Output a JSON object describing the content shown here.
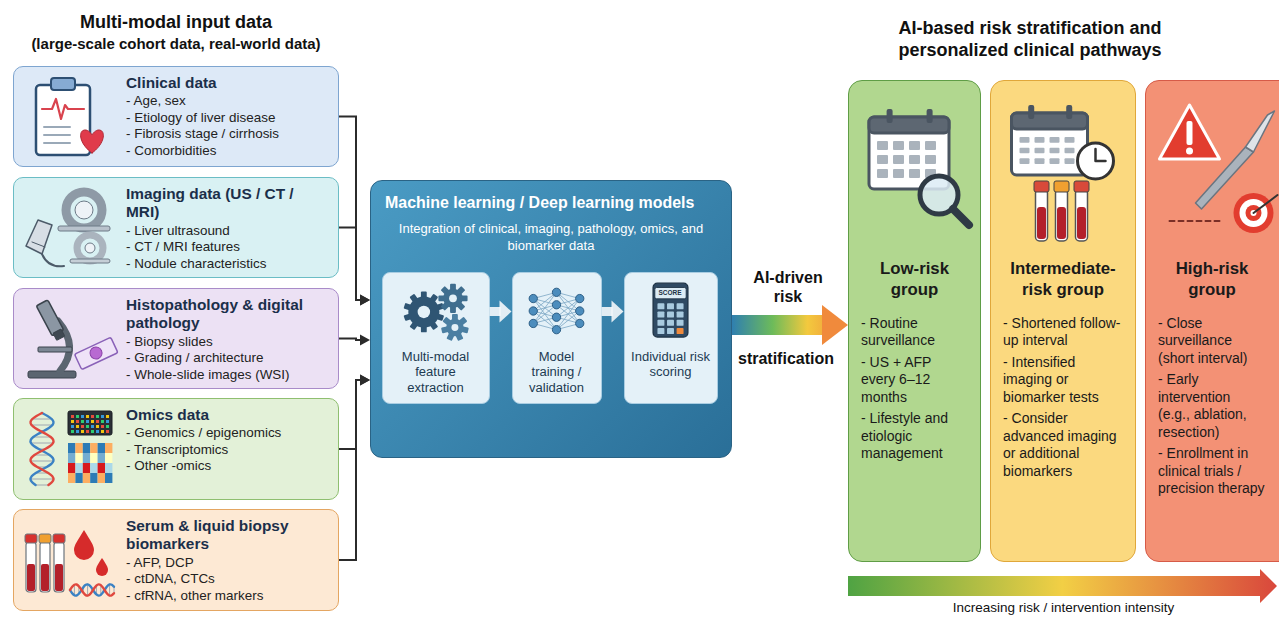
{
  "diagram": {
    "nodes": [
      {
        "text": [
          "Clinical data",
          "- Age, sex",
          "- Etiology of liver disease",
          "- Fibrosis stage / cirrhosis",
          "- Comorbidities"
        ]
      },
      {
        "text": [
          "Imaging data (US / CT / MRI)",
          "- Liver ultrasound",
          "- CT / MRI features",
          "- Nodule characteristics"
        ]
      },
      {
        "text": [
          "Histopathology & digital pathology",
          "- Biopsy slides",
          "- Grading / architecture",
          "- Whole-slide images (WSI)"
        ]
      },
      {
        "text": [
          "Omics data",
          "- Genomics / epigenomics",
          "- Transcriptomics",
          "- Other -omics"
        ]
      },
      {
        "text": [
          "Serum & liquid biopsy biomarkers",
          "- AFP, DCP",
          "- ctDNA, CTCs",
          "- cfRNA, other markers"
        ]
      },
      {
        "text": [
          "Machine learning / Deep learning models",
          "Integration of clinical, imaging, pathology, omics, and biomarker data"
        ]
      },
      {
        "text": [
          "Multi-modal feature extraction"
        ],
        "in": 5
      },
      {
        "text": [
          "Model training / validation"
        ],
        "in": 5
      },
      {
        "text": [
          "Individual risk scoring"
        ],
        "in": 5
      },
      {
        "text": [
          "Low-risk group",
          "- Routine surveillance",
          "- US + AFP every 6–12 months",
          "- Lifestyle and etiologic management"
        ]
      },
      {
        "text": [
          "Intermediate-risk group",
          "- Shortened follow-up interval",
          "- Intensified imaging or biomarker tests",
          "- Consider advanced imaging or additional biomarkers"
        ]
      },
      {
        "text": [
          "High-risk group",
          "- Close surveillance (short interval)",
          "- Early intervention (e.g., ablation, resection)",
          "- Enrollment in clinical trials / precision therapy"
        ]
      }
    ],
    "edges": [
      {
        "from": 0,
        "to": 5,
        "arrow": "to"
      },
      {
        "from": 1,
        "to": 5,
        "arrow": "to"
      },
      {
        "from": 2,
        "to": 5,
        "arrow": "to"
      },
      {
        "from": 3,
        "to": 5,
        "arrow": "to"
      },
      {
        "from": 4,
        "to": 5,
        "arrow": "to"
      },
      {
        "from": 6,
        "to": 7,
        "arrow": "to"
      },
      {
        "from": 7,
        "to": 8,
        "arrow": "to"
      },
      {
        "from": 5,
        "to": 9,
        "arrow": "to"
      }
    ],
    "labels": [
      "Multi-modal input data",
      "(large-scale cohort data, real-world data)",
      "AI-based risk stratification and personalized clinical pathways",
      "SCORE",
      "AI-driven risk",
      "stratification",
      "Increasing risk / intervention intensity"
    ]
  }
}
